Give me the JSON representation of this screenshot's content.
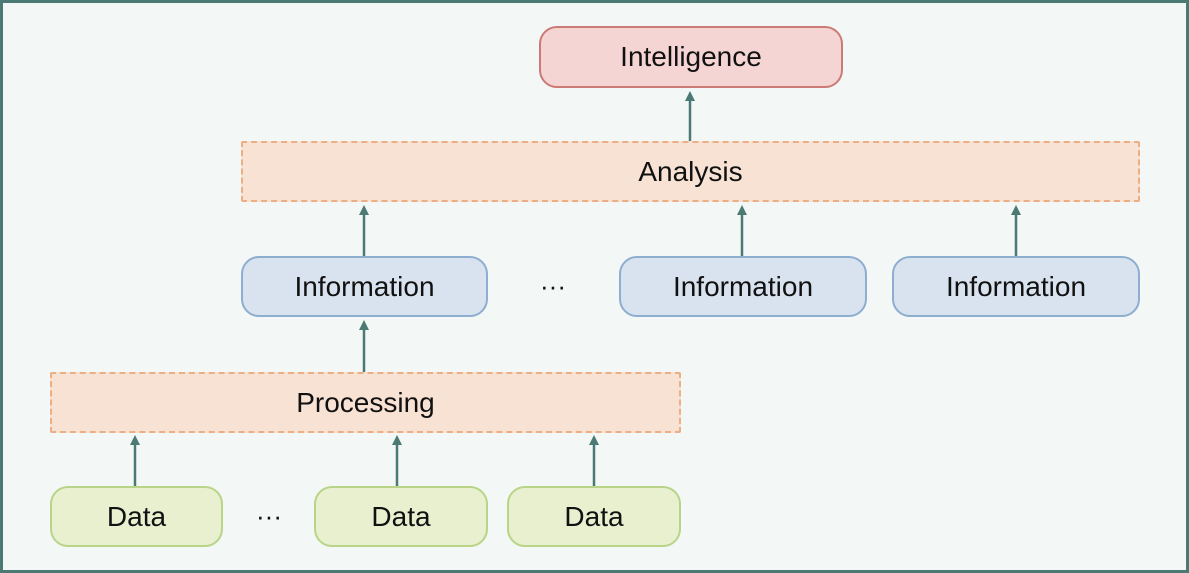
{
  "diagram": {
    "intelligence": "Intelligence",
    "analysis": "Analysis",
    "information": [
      "Information",
      "Information",
      "Information"
    ],
    "information_ellipsis": "···",
    "processing": "Processing",
    "data": [
      "Data",
      "Data",
      "Data"
    ],
    "data_ellipsis": "···"
  },
  "colors": {
    "frame_border": "#4b7a74",
    "arrow": "#4b7a74",
    "intelligence_fill": "#f5d5d4",
    "analysis_fill": "#f8e2d3",
    "information_fill": "#d9e3ef",
    "data_fill": "#e8f0cf"
  }
}
